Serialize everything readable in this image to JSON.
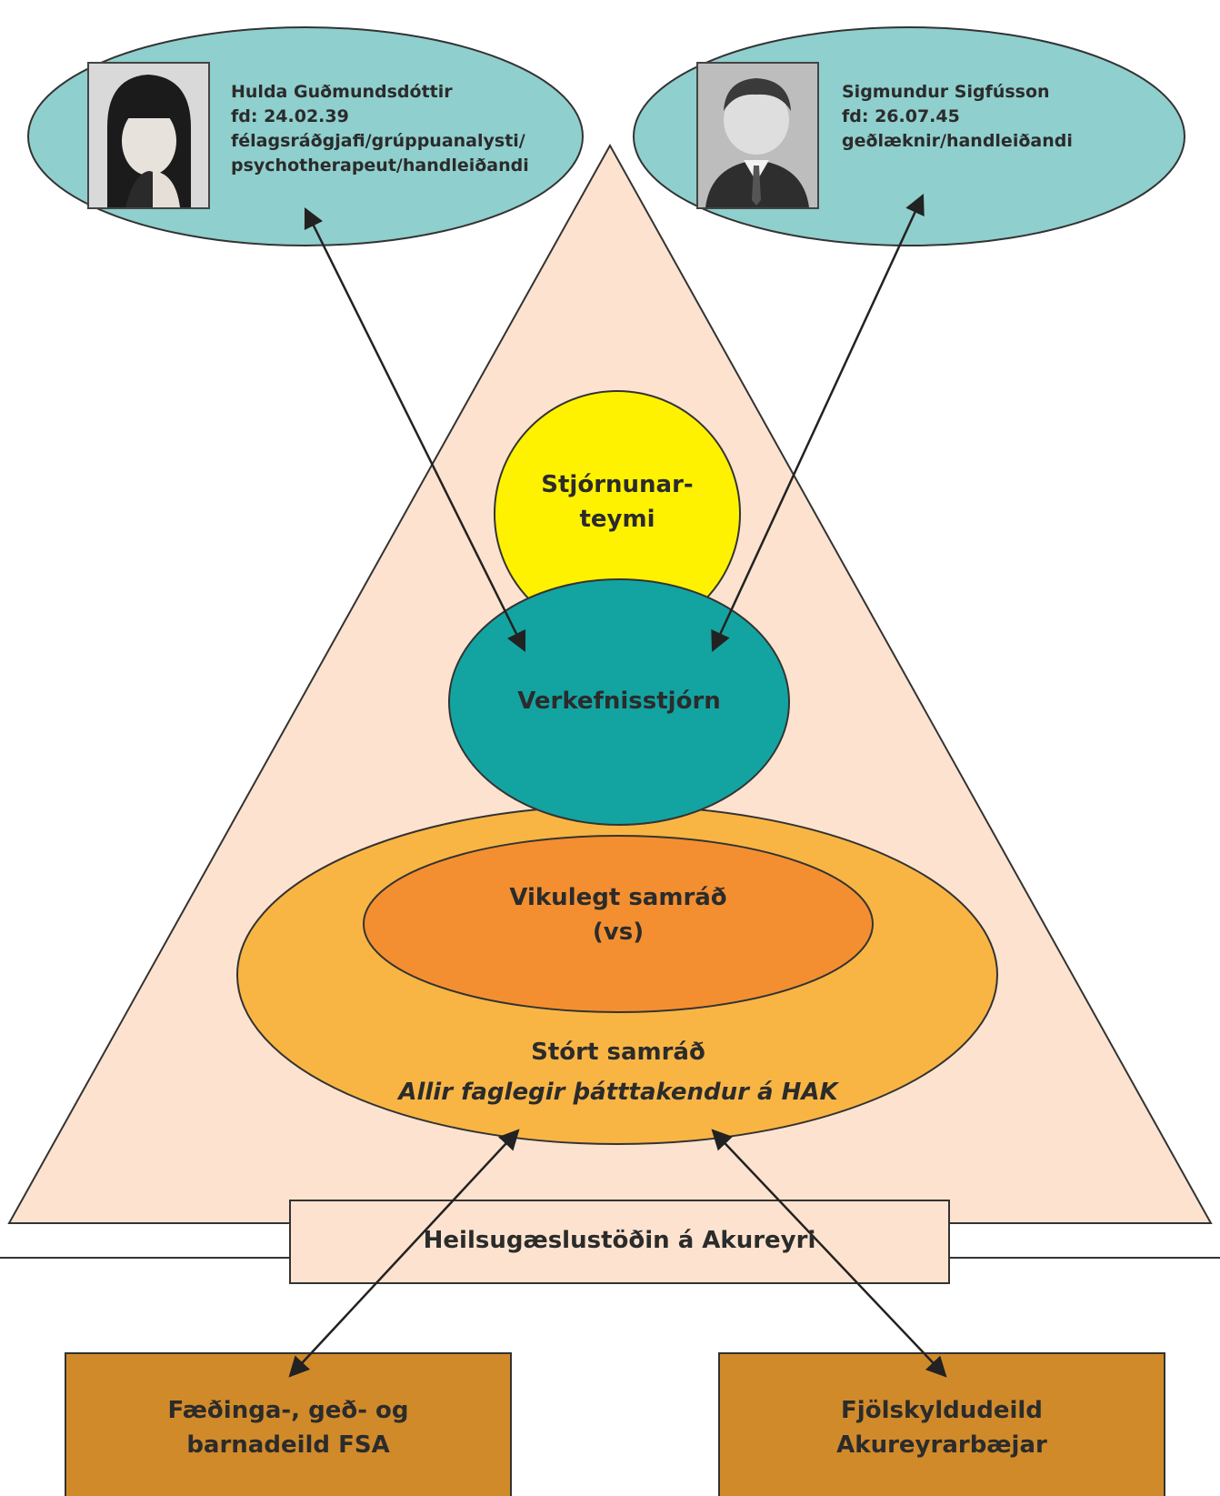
{
  "people": [
    {
      "name": "Hulda Guðmundsdóttir",
      "birth": "fd: 24.02.39",
      "role_line1": "félagsráðgjafi/grúppuanalysti/",
      "role_line2": "psychotherapeut/handleiðandi",
      "photo_icon": "portrait-woman-icon"
    },
    {
      "name": "Sigmundur Sigfússon",
      "birth": "fd: 26.07.45",
      "role_line1": "geðlæknir/handleiðandi",
      "photo_icon": "portrait-man-icon"
    }
  ],
  "nodes": {
    "management_team_line1": "Stjórnunar-",
    "management_team_line2": "teymi",
    "project_management": "Verkefnisstjórn",
    "weekly_meeting_line1": "Vikulegt samráð",
    "weekly_meeting_line2": "(vs)",
    "large_meeting": "Stórt samráð",
    "large_meeting_desc": "Allir faglegir þátttakendur á HAK",
    "base_label": "Heilsugæslustöðin á Akureyri",
    "box_left_line1": "Fæðinga-, geð- og",
    "box_left_line2": "barnadeild FSA",
    "box_right_line1": "Fjölskyldudeild",
    "box_right_line2": "Akureyrarbæjar"
  },
  "colors": {
    "triangle": "#fde3cf",
    "person_ellipse": "#8fcfcd",
    "management_team": "#fff200",
    "project_management": "#13a4a2",
    "large_meeting": "#f9b544",
    "weekly_meeting": "#f38f30",
    "base_box": "#fde3cf",
    "bottom_box": "#d18a2a",
    "outline": "#333333"
  }
}
